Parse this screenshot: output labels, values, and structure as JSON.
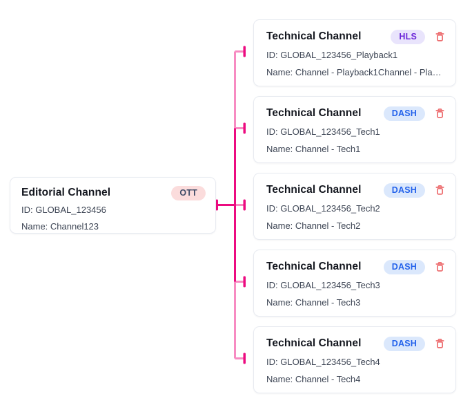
{
  "editorial": {
    "title": "Editorial Channel",
    "badge": "OTT",
    "badge_type": "ott",
    "id_line": "ID: GLOBAL_123456",
    "name_line": "Name: Channel123"
  },
  "technical_channels": [
    {
      "title": "Technical Channel",
      "badge": "HLS",
      "badge_type": "hls",
      "id_line": "ID: GLOBAL_123456_Playback1",
      "name_line": "Name: Channel - Playback1Channel - Playba...",
      "delete_icon": "trash-icon"
    },
    {
      "title": "Technical Channel",
      "badge": "DASH",
      "badge_type": "dash",
      "id_line": "ID: GLOBAL_123456_Tech1",
      "name_line": "Name: Channel - Tech1",
      "delete_icon": "trash-icon"
    },
    {
      "title": "Technical Channel",
      "badge": "DASH",
      "badge_type": "dash",
      "id_line": "ID: GLOBAL_123456_Tech2",
      "name_line": "Name: Channel - Tech2",
      "delete_icon": "trash-icon"
    },
    {
      "title": "Technical Channel",
      "badge": "DASH",
      "badge_type": "dash",
      "id_line": "ID: GLOBAL_123456_Tech3",
      "name_line": "Name: Channel - Tech3",
      "delete_icon": "trash-icon"
    },
    {
      "title": "Technical Channel",
      "badge": "DASH",
      "badge_type": "dash",
      "id_line": "ID: GLOBAL_123456_Tech4",
      "name_line": "Name: Channel - Tech4",
      "delete_icon": "trash-icon"
    }
  ],
  "colors": {
    "connector_dark": "#EC0B80",
    "connector_light": "#F78BC2",
    "trash_red": "#ED6E70",
    "badge_ott_bg": "#FBDCDC",
    "badge_ott_text": "#3D4A66",
    "badge_hls_bg": "#E9E4FC",
    "badge_hls_text": "#6D28D9",
    "badge_dash_bg": "#DBE8FC",
    "badge_dash_text": "#2563EB"
  }
}
